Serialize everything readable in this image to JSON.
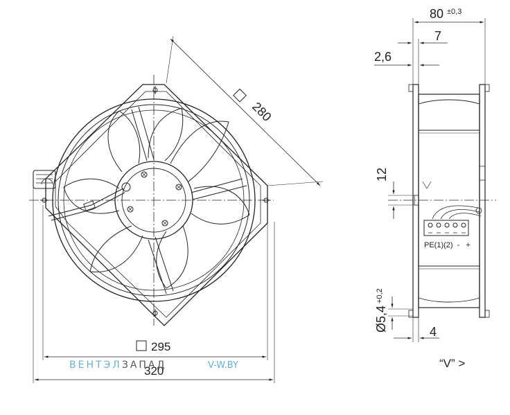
{
  "front_view": {
    "dim_diagonal": "280",
    "dim_inner": "295",
    "dim_outer": "320"
  },
  "side_view": {
    "dim_depth": "80",
    "dim_depth_tol": "±0,3",
    "dim_seven": "7",
    "dim_two_six": "2,6",
    "dim_twelve": "12",
    "dim_hole": "Ø5,4",
    "dim_hole_tol": "+0,2",
    "dim_four": "4",
    "terminal_label": "PE(1)(2)  -   +",
    "view_label": "“V” >"
  },
  "watermark": {
    "part1": "ВЕНТЭЛ",
    "part2": "ЗАПАД",
    "site_v": "V",
    "site_rest": "-W.BY",
    "color_blue": "#6aaed6",
    "color_dark": "#555555"
  }
}
